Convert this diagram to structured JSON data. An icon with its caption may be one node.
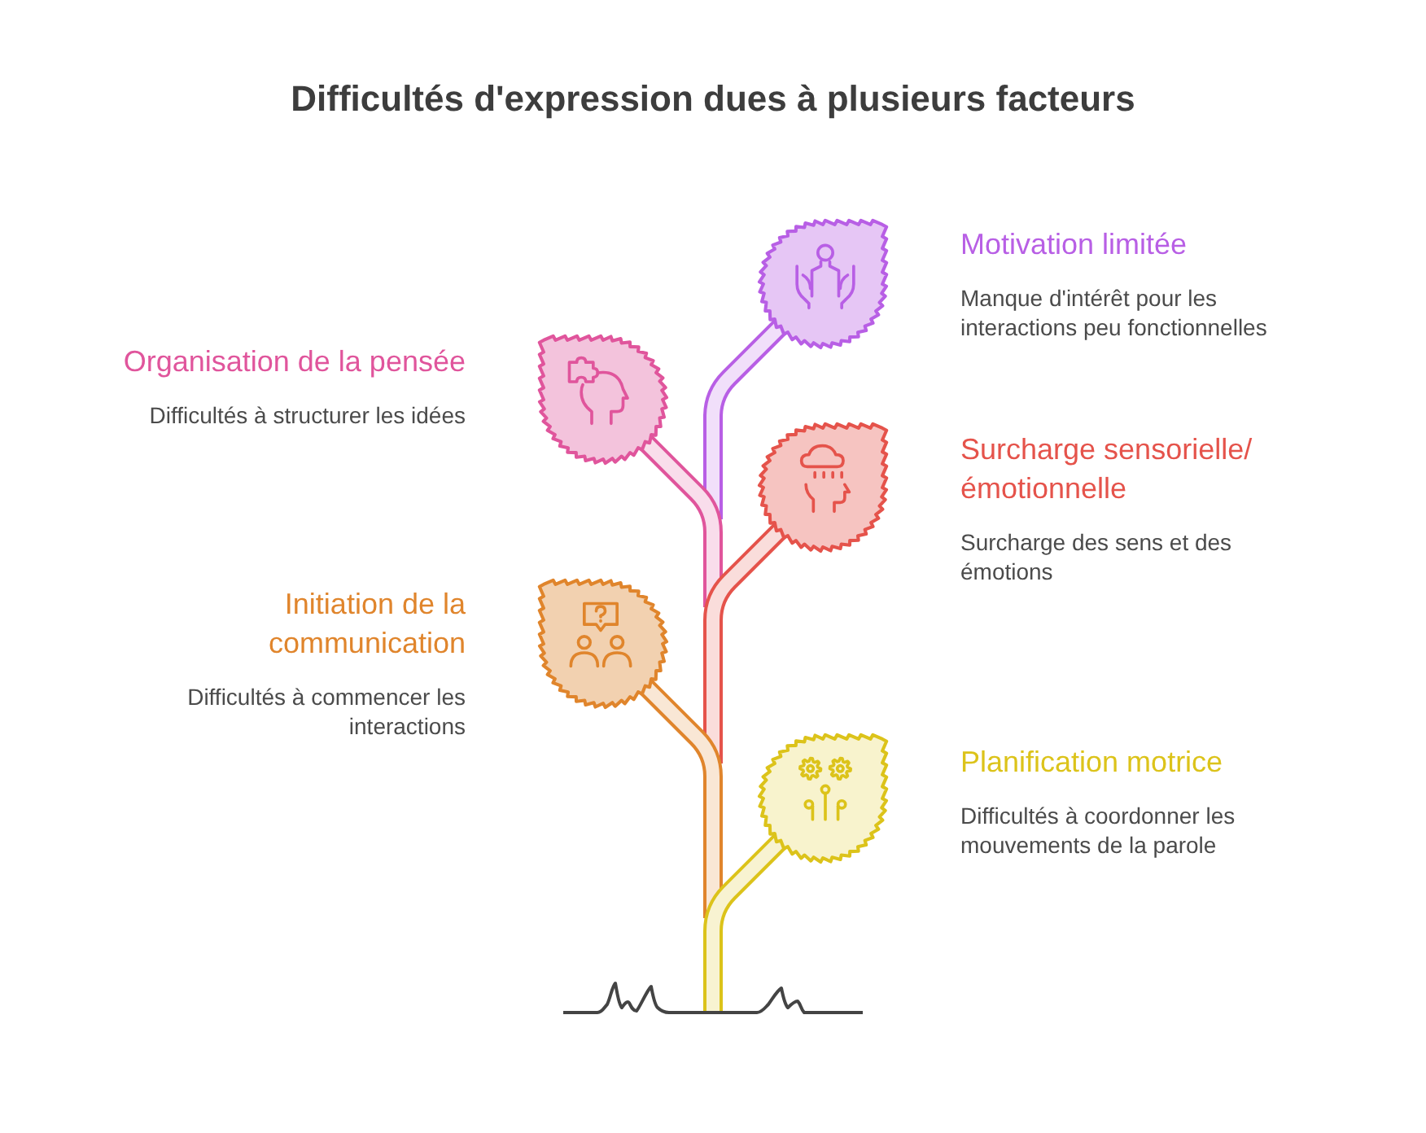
{
  "diagram": {
    "title": "Difficultés d'expression dues à plusieurs facteurs",
    "nodes": [
      {
        "text": [],
        "shape": "leaf",
        "beside": [
          "Motivation limitée",
          "Manque d'intérêt pour les interactions peu fonctionnelles"
        ]
      },
      {
        "text": [],
        "shape": "leaf",
        "beside": [
          "Organisation de la pensée",
          "Difficultés à structurer les idées"
        ]
      },
      {
        "text": [],
        "shape": "leaf",
        "beside": [
          "Surcharge sensorielle/ émotionnelle",
          "Surcharge des sens et des émotions"
        ]
      },
      {
        "text": [],
        "shape": "leaf",
        "beside": [
          "Initiation de la communication",
          "Difficultés à commencer les interactions"
        ]
      },
      {
        "text": [],
        "shape": "leaf",
        "beside": [
          "Planification motrice",
          "Difficultés à coordonner les mouvements de la parole"
        ]
      }
    ],
    "edges": [
      {
        "from": null,
        "to": 0,
        "arrow": "none",
        "color": "#b85fe5"
      },
      {
        "from": null,
        "to": 1,
        "arrow": "none",
        "color": "#e0559c"
      },
      {
        "from": null,
        "to": 2,
        "arrow": "none",
        "color": "#e5534b"
      },
      {
        "from": null,
        "to": 3,
        "arrow": "none",
        "color": "#e0852c"
      },
      {
        "from": null,
        "to": 4,
        "arrow": "none",
        "color": "#dcc31a"
      }
    ]
  }
}
